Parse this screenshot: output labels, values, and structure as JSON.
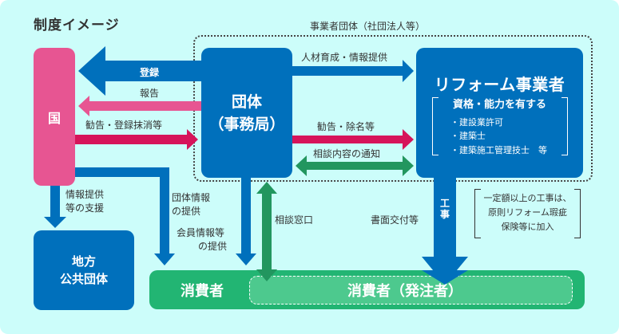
{
  "title": "制度イメージ",
  "group_label": "事業者団体（社団法人等）",
  "nodes": {
    "kuni": "国",
    "dantai_line1": "団体",
    "dantai_line2": "（事務局）",
    "reform": {
      "title": "リフォーム事業者",
      "qualification_heading": "資格・能力を有する",
      "qualifications": [
        "・建設業許可",
        "・建築士",
        "・建築施工管理技士　等"
      ]
    },
    "chihou_line1": "地方",
    "chihou_line2": "公共団体",
    "consumer": "消費者",
    "consumer_orderer": "消費者（発注者）"
  },
  "arrows": {
    "touroku": "登録",
    "houkoku": "報告",
    "kankoku_massho": "勧告・登録抹消等",
    "jinzai": "人材育成・情報提供",
    "kankoku_jomei": "勧告・除名等",
    "soudan_tsuchi": "相談内容の通知",
    "joho_shien_line1": "情報提供",
    "joho_shien_line2": "等の支援",
    "dantai_joho_line1": "団体情報",
    "dantai_joho_line2": "の提供",
    "kaiin_joho_line1": "会員情報等",
    "kaiin_joho_line2": "の提供",
    "soudan_madoguchi": "相談窓口",
    "shomen": "書面交付等",
    "kouji_1": "工",
    "kouji_2": "事"
  },
  "note": {
    "line1": "一定額以上の工事は、",
    "line2": "原則リフォーム瑕疵",
    "line3": "保険等に加入"
  },
  "colors": {
    "background": "#ccfdfa",
    "blue": "#0070bc",
    "pink": "#e75592",
    "crimson": "#d6145a",
    "green_arrow": "#22965f",
    "consumer_green": "#22b573",
    "consumer_light": "#4dc98e"
  }
}
